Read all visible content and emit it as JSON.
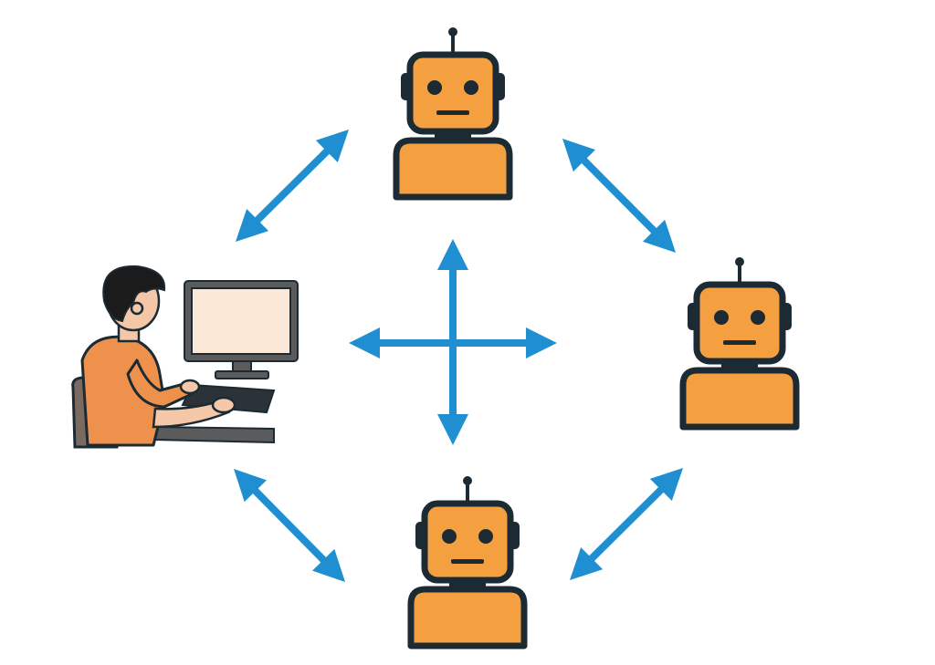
{
  "diagram": {
    "nodes": [
      {
        "id": "human",
        "kind": "person-at-computer",
        "icon": "user-at-computer-icon"
      },
      {
        "id": "robot-top",
        "kind": "robot",
        "icon": "robot-icon"
      },
      {
        "id": "robot-right",
        "kind": "robot",
        "icon": "robot-icon"
      },
      {
        "id": "robot-bottom",
        "kind": "robot",
        "icon": "robot-icon"
      }
    ],
    "connections": [
      {
        "from": "human",
        "to": "robot-top",
        "direction": "bidirectional"
      },
      {
        "from": "robot-top",
        "to": "robot-right",
        "direction": "bidirectional"
      },
      {
        "from": "robot-bottom",
        "to": "robot-right",
        "direction": "bidirectional"
      },
      {
        "from": "human",
        "to": "robot-bottom",
        "direction": "bidirectional"
      }
    ],
    "center_symbol": "four-way-arrow-icon"
  },
  "colors": {
    "arrow": "#1f8fd1",
    "robot_body": "#f4a040",
    "outline": "#1c2a33",
    "person_shirt": "#ee914c",
    "person_skin": "#f3c7a8",
    "person_hair": "#1b1b1b",
    "monitor_screen": "#fbe8d6",
    "monitor_frame": "#5b5b5b",
    "chair": "#7a6a60"
  }
}
